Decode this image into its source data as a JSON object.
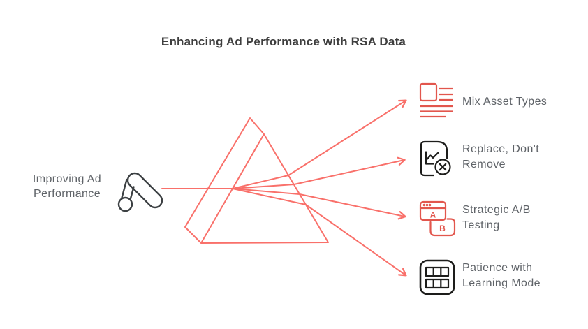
{
  "title": "Enhancing Ad Performance with RSA Data",
  "colors": {
    "ray": "#f9706a",
    "icon_red": "#e2564d",
    "icon_black": "#1d1d1b",
    "icon_gray": "#3c4043",
    "label_text": "#5f6368",
    "title_text": "#3e3e3e"
  },
  "source": {
    "label": "Improving Ad\nPerformance",
    "icon": "google-ads-icon"
  },
  "outputs": [
    {
      "label": "Mix Asset Types",
      "icon": "mixed-asset-lines-icon"
    },
    {
      "label": "Replace, Don't\nRemove",
      "icon": "document-chart-remove-icon"
    },
    {
      "label": "Strategic A/B\nTesting",
      "icon": "ab-test-windows-icon",
      "letters": {
        "a": "A",
        "b": "B"
      }
    },
    {
      "label": "Patience with\nLearning Mode",
      "icon": "grid-table-icon"
    }
  ]
}
